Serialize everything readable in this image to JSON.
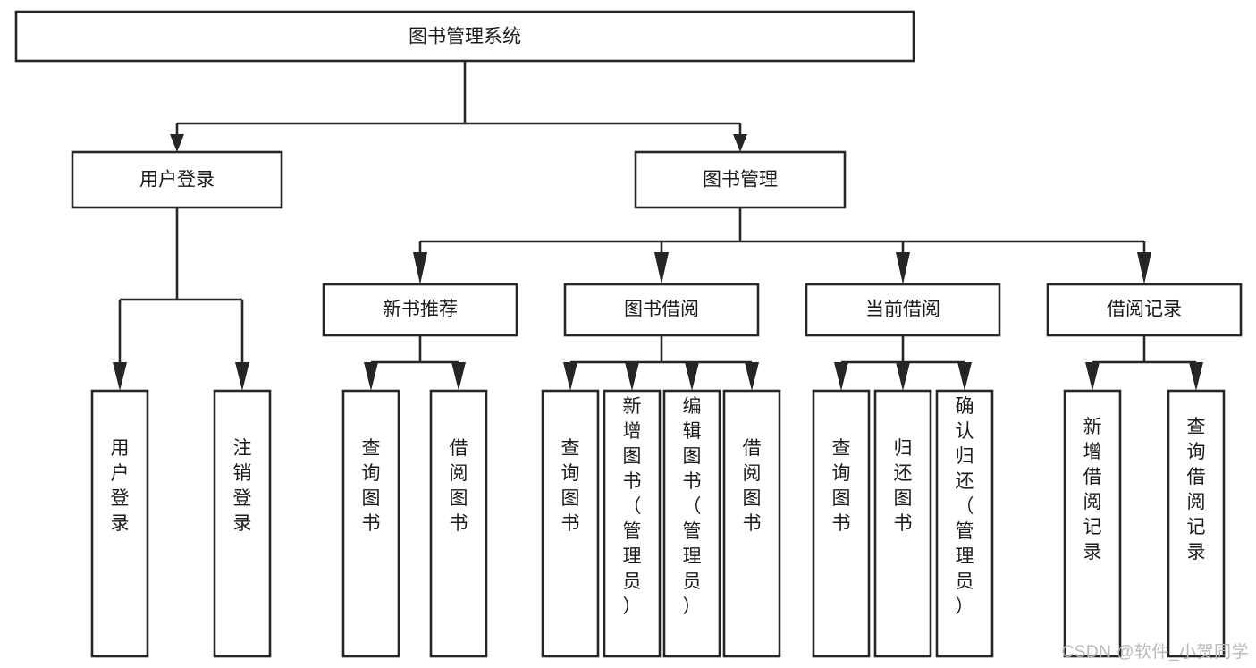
{
  "diagram": {
    "type": "tree-hierarchy-chart",
    "title": "图书管理系统",
    "watermark": "CSDN @软件_小贺同学",
    "colors": {
      "background": "#ffffff",
      "stroke": "#262626",
      "text": "#1b1b1b",
      "watermark": "#b8b8b8"
    },
    "levels": [
      {
        "level": 1,
        "nodes": [
          {
            "id": "root",
            "label": "图书管理系统",
            "orientation": "horizontal"
          }
        ]
      },
      {
        "level": 2,
        "nodes": [
          {
            "id": "user-login",
            "label": "用户登录",
            "orientation": "horizontal",
            "parent": "root"
          },
          {
            "id": "book-manage",
            "label": "图书管理",
            "orientation": "horizontal",
            "parent": "root"
          }
        ]
      },
      {
        "level": 3,
        "nodes": [
          {
            "id": "new-book-rec",
            "label": "新书推荐",
            "orientation": "horizontal",
            "parent": "book-manage"
          },
          {
            "id": "book-borrow",
            "label": "图书借阅",
            "orientation": "horizontal",
            "parent": "book-manage"
          },
          {
            "id": "current-borrow",
            "label": "当前借阅",
            "orientation": "horizontal",
            "parent": "book-manage"
          },
          {
            "id": "borrow-record",
            "label": "借阅记录",
            "orientation": "horizontal",
            "parent": "book-manage"
          }
        ]
      },
      {
        "level": 4,
        "nodes": [
          {
            "id": "leaf-1",
            "label": "用户登录",
            "orientation": "vertical",
            "parent": "user-login"
          },
          {
            "id": "leaf-2",
            "label": "注销登录",
            "orientation": "vertical",
            "parent": "user-login"
          },
          {
            "id": "leaf-3",
            "label": "查询图书",
            "orientation": "vertical",
            "parent": "new-book-rec"
          },
          {
            "id": "leaf-4",
            "label": "借阅图书",
            "orientation": "vertical",
            "parent": "new-book-rec"
          },
          {
            "id": "leaf-5",
            "label": "查询图书",
            "orientation": "vertical",
            "parent": "book-borrow"
          },
          {
            "id": "leaf-6",
            "label": "新增图书（管理员）",
            "orientation": "vertical",
            "parent": "book-borrow"
          },
          {
            "id": "leaf-7",
            "label": "编辑图书（管理员）",
            "orientation": "vertical",
            "parent": "book-borrow"
          },
          {
            "id": "leaf-8",
            "label": "借阅图书",
            "orientation": "vertical",
            "parent": "book-borrow"
          },
          {
            "id": "leaf-9",
            "label": "查询图书",
            "orientation": "vertical",
            "parent": "current-borrow"
          },
          {
            "id": "leaf-10",
            "label": "归还图书",
            "orientation": "vertical",
            "parent": "current-borrow"
          },
          {
            "id": "leaf-11",
            "label": "确认归还（管理员）",
            "orientation": "vertical",
            "parent": "current-borrow"
          },
          {
            "id": "leaf-12",
            "label": "新增借阅记录",
            "orientation": "vertical",
            "parent": "borrow-record"
          },
          {
            "id": "leaf-13",
            "label": "查询借阅记录",
            "orientation": "vertical",
            "parent": "borrow-record"
          }
        ]
      }
    ]
  }
}
